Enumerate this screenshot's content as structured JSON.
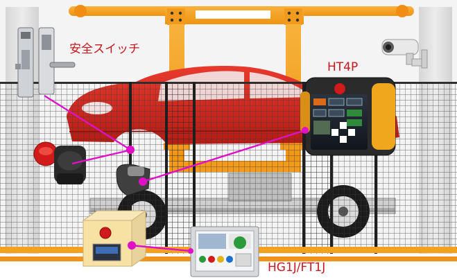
{
  "labels": {
    "safety_switch": "安全スイッチ",
    "teaching_pendant": "HT4P",
    "hmi": "HG1J/FT1J"
  },
  "icons": {
    "safety_switch": "safety-switch-icon",
    "emergency_stop": "emergency-stop-icon",
    "enabling_switch": "enabling-switch-icon",
    "teaching_pendant": "teaching-pendant-icon",
    "control_box": "control-box-icon",
    "hmi": "touch-panel-icon",
    "camera": "security-camera-icon",
    "car": "car-body-icon"
  },
  "colors": {
    "label": "#c8161d",
    "connector": "#e010c8",
    "frame": "#f5a623",
    "fence": "#2f2f2f",
    "car": "#d7261e",
    "column": "#dedede"
  }
}
